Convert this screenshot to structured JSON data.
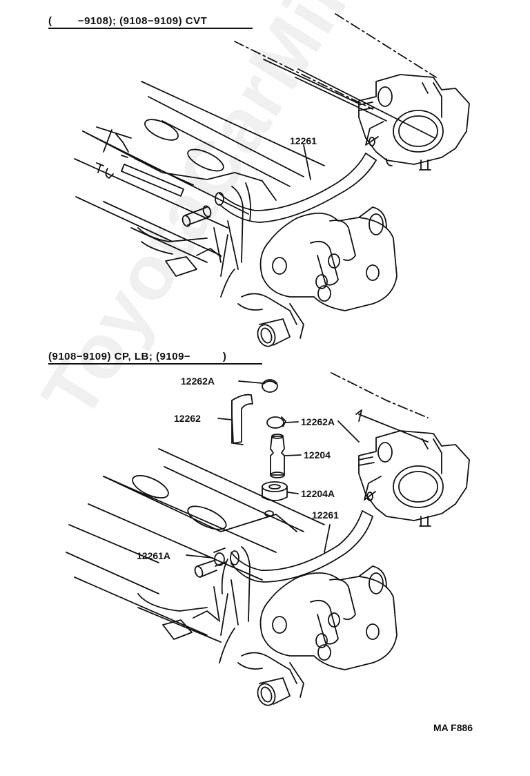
{
  "headings": {
    "top": "(        −9108); (9108−9109) CVT",
    "bottom": "(9108−9109) CP, LB; (9109−          )"
  },
  "top_diagram": {
    "labels": {
      "hose": "12261"
    }
  },
  "bottom_diagram": {
    "labels": {
      "clip_upper": "12262A",
      "hose_upper": "12262",
      "clip_mid": "12262A",
      "pcv_valve": "12204",
      "grommet": "12204A",
      "hose": "12261",
      "clip_lower": "12261A"
    }
  },
  "illustration_code": "MA F886",
  "watermark": "ToyotaCarMine.ru",
  "line_color": "#111111"
}
